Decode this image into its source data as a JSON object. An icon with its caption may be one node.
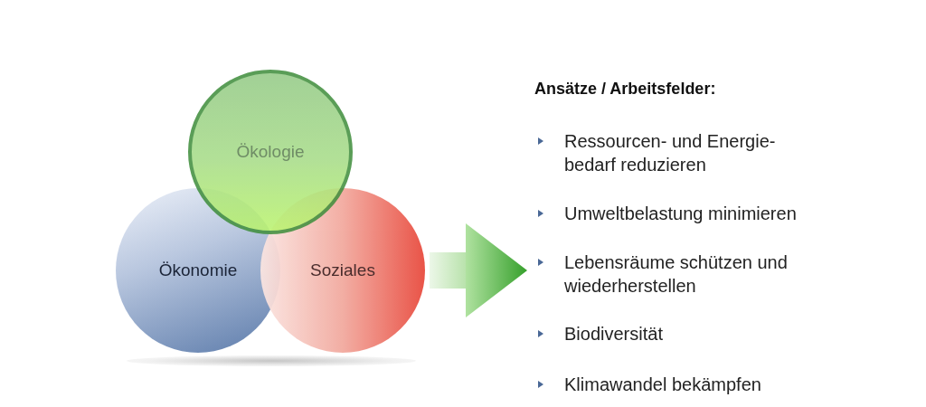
{
  "diagram": {
    "nodes": [
      {
        "text": [
          "Ökologie"
        ]
      },
      {
        "text": [
          "Ökonomie"
        ]
      },
      {
        "text": [
          "Soziales"
        ]
      },
      {
        "text": [
          "Ansätze / Arbeitsfelder:",
          "Ressourcen- und Energie- bedarf reduzieren",
          "Umweltbelastung minimieren",
          "Lebensräume schützen und wiederherstellen",
          "Biodiversität",
          "Klimawandel bekämpfen"
        ]
      }
    ],
    "edges": [
      {
        "from": 2,
        "to": 3,
        "arrow": "to",
        "style": "thick"
      }
    ]
  }
}
